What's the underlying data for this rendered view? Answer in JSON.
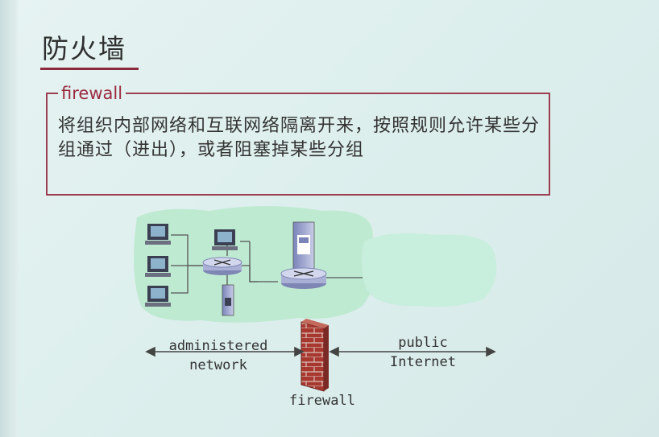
{
  "slide": {
    "title": "防火墙",
    "definition_label": "firewall",
    "definition_text": "将组织内部网络和互联网络隔离开来，按照规则允许某些分组通过（进出），或者阻塞掉某些分组"
  },
  "diagram": {
    "admin_network_label_1": "administered",
    "admin_network_label_2": "network",
    "public_internet_label_1": "public",
    "public_internet_label_2": "Internet",
    "firewall_label": "firewall",
    "colors": {
      "network_cloud": "#bfead2",
      "internet_cloud": "#bfead2",
      "brick": "#a8382f",
      "accent": "#9b3e4f"
    }
  }
}
